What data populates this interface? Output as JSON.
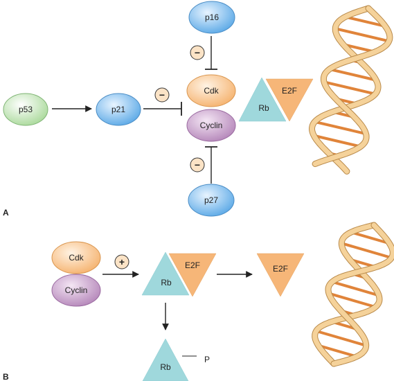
{
  "panel_a": {
    "letter": "A",
    "nodes": {
      "p53": "p53",
      "p21": "p21",
      "p16": "p16",
      "p27": "p27",
      "cdk": "Cdk",
      "cyclin": "Cyclin",
      "rb": "Rb",
      "e2f": "E2F"
    },
    "signs": {
      "p21_inhibit": "−",
      "p16_inhibit": "−",
      "p27_inhibit": "−"
    }
  },
  "panel_b": {
    "letter": "B",
    "nodes": {
      "cdk": "Cdk",
      "cyclin": "Cyclin",
      "rb": "Rb",
      "e2f": "E2F",
      "e2f_free": "E2F",
      "rb_phos": "Rb",
      "phosphate": "P"
    },
    "signs": {
      "activate": "+"
    }
  },
  "colors": {
    "green_node": "#cfe9c4",
    "blue_node": "#8fc4ee",
    "orange_node": "#f8c08a",
    "purple_node": "#c49ac8",
    "teal_triangle": "#9fd8dc",
    "orange_triangle": "#f6b678",
    "dna_backbone": "#f5d29a",
    "dna_rung": "#e0843a"
  }
}
